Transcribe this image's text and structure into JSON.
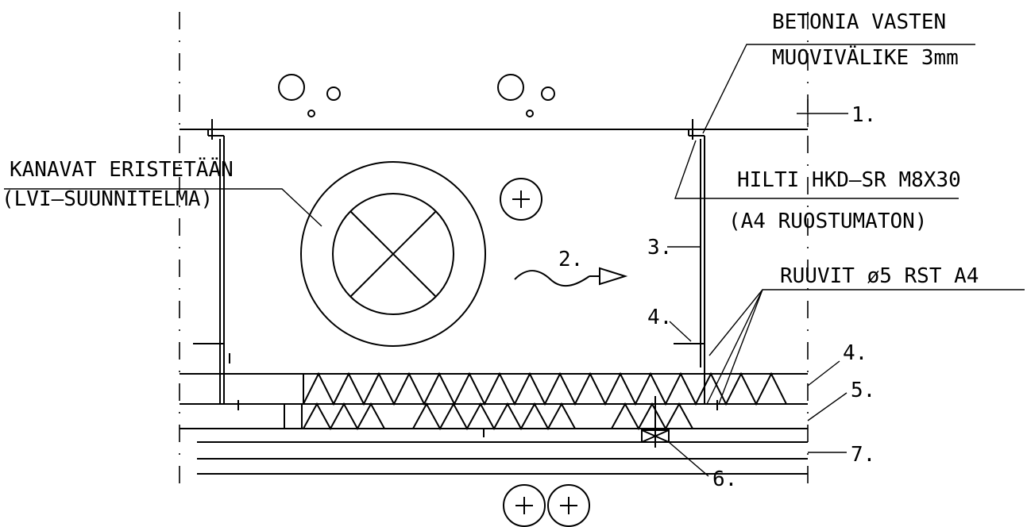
{
  "annotations": {
    "top_right_line1": "BETONIA VASTEN",
    "top_right_line2": "MUOVIVÄLIKE 3mm",
    "left_line1": "KANAVAT ERISTETÄÄN",
    "left_line2": "(LVI–SUUNNITELMA)",
    "anchor_line1": "HILTI HKD–SR M8X30",
    "anchor_line2": "(A4 RUOSTUMATON)",
    "screws": "RUUVIT ø5 RST A4"
  },
  "callouts": {
    "n1": "1.",
    "n2": "2.",
    "n3": "3.",
    "n4_inner": "4.",
    "n4_outer": "4.",
    "n5": "5.",
    "n6": "6.",
    "n7": "7."
  }
}
